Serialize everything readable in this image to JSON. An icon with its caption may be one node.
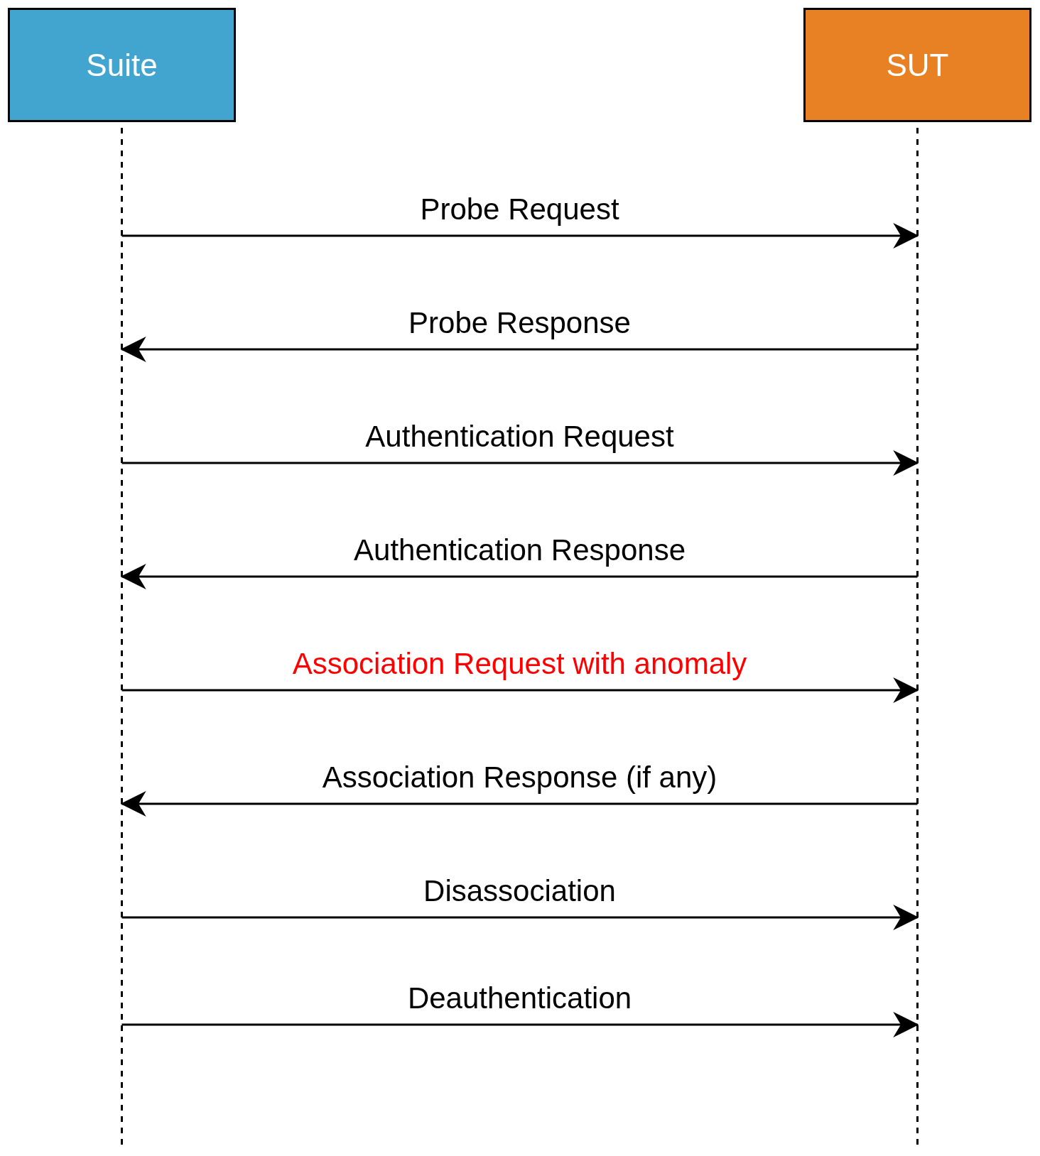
{
  "diagram": {
    "nodes": [
      {
        "text": [
          "Suite"
        ]
      },
      {
        "text": [
          "SUT"
        ]
      }
    ],
    "edges": [
      {
        "from": 0,
        "to": 1,
        "arrow": "to",
        "label": "Probe Request"
      },
      {
        "from": 1,
        "to": 0,
        "arrow": "to",
        "label": "Probe Response"
      },
      {
        "from": 0,
        "to": 1,
        "arrow": "to",
        "label": "Authentication Request"
      },
      {
        "from": 1,
        "to": 0,
        "arrow": "to",
        "label": "Authentication Response"
      },
      {
        "from": 0,
        "to": 1,
        "arrow": "to",
        "label": "Association Request with anomaly"
      },
      {
        "from": 1,
        "to": 0,
        "arrow": "to",
        "label": "Association Response (if any)"
      },
      {
        "from": 0,
        "to": 1,
        "arrow": "to",
        "label": "Disassociation"
      },
      {
        "from": 0,
        "to": 1,
        "arrow": "to",
        "label": "Deauthentication"
      }
    ]
  }
}
